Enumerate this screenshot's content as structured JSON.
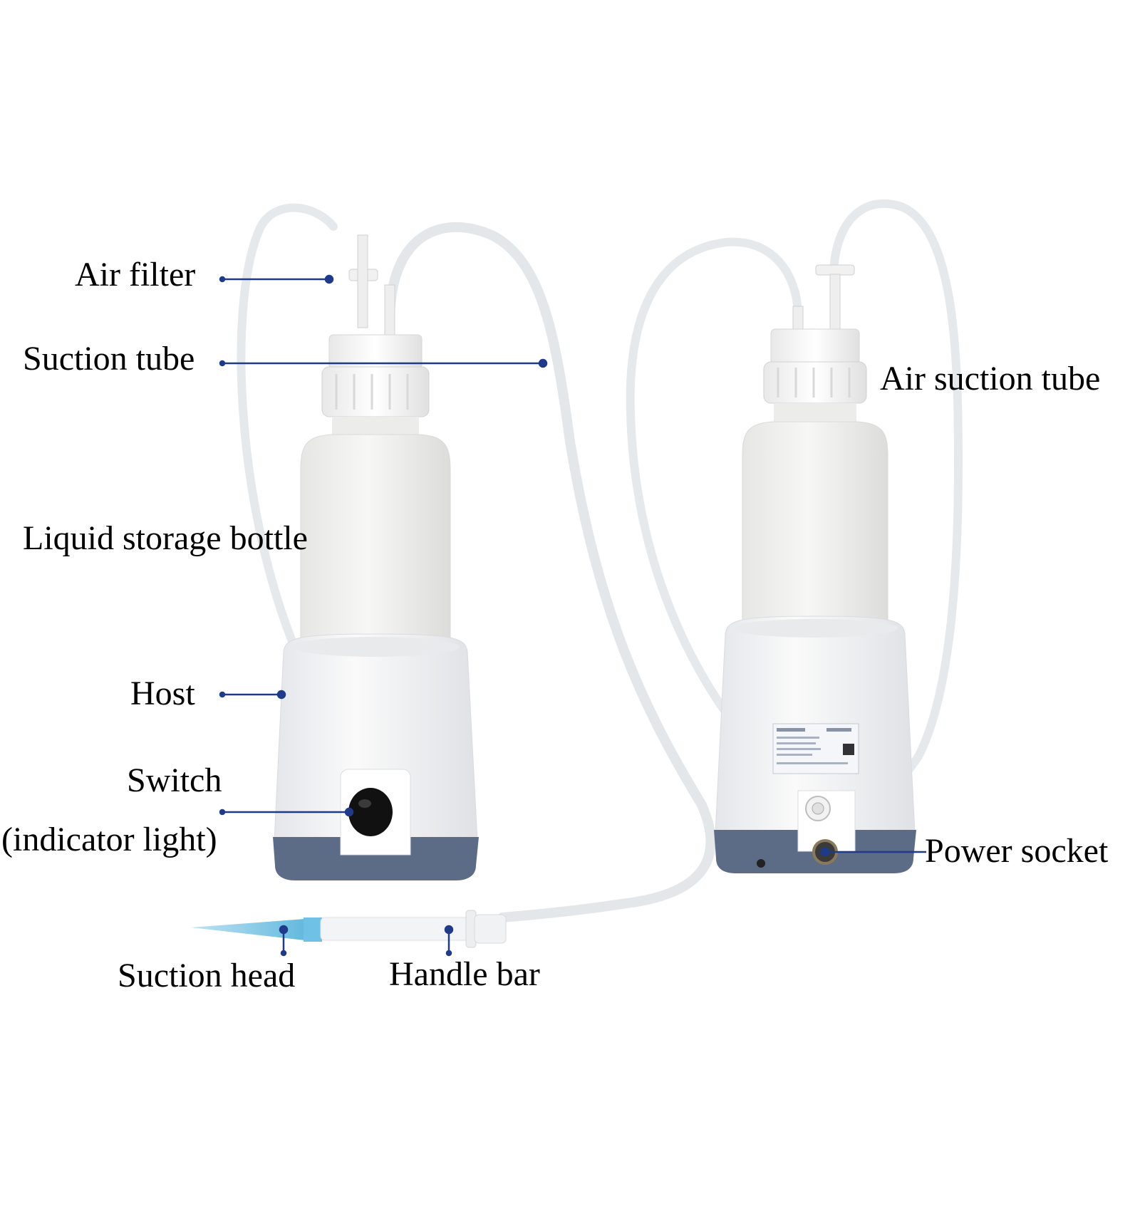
{
  "labels": {
    "air_filter": "Air filter",
    "suction_tube": "Suction tube",
    "liquid_storage_bottle": "Liquid storage bottle",
    "host": "Host",
    "switch_line1": "Switch",
    "switch_line2": "(indicator light)",
    "suction_head": "Suction head",
    "handle_bar": "Handle bar",
    "air_suction_tube": "Air suction tube",
    "power_socket": "Power socket"
  },
  "colors": {
    "leader": "#1f3a8a",
    "base_trim": "#5c6b86",
    "tip": "#7fc4e3"
  }
}
